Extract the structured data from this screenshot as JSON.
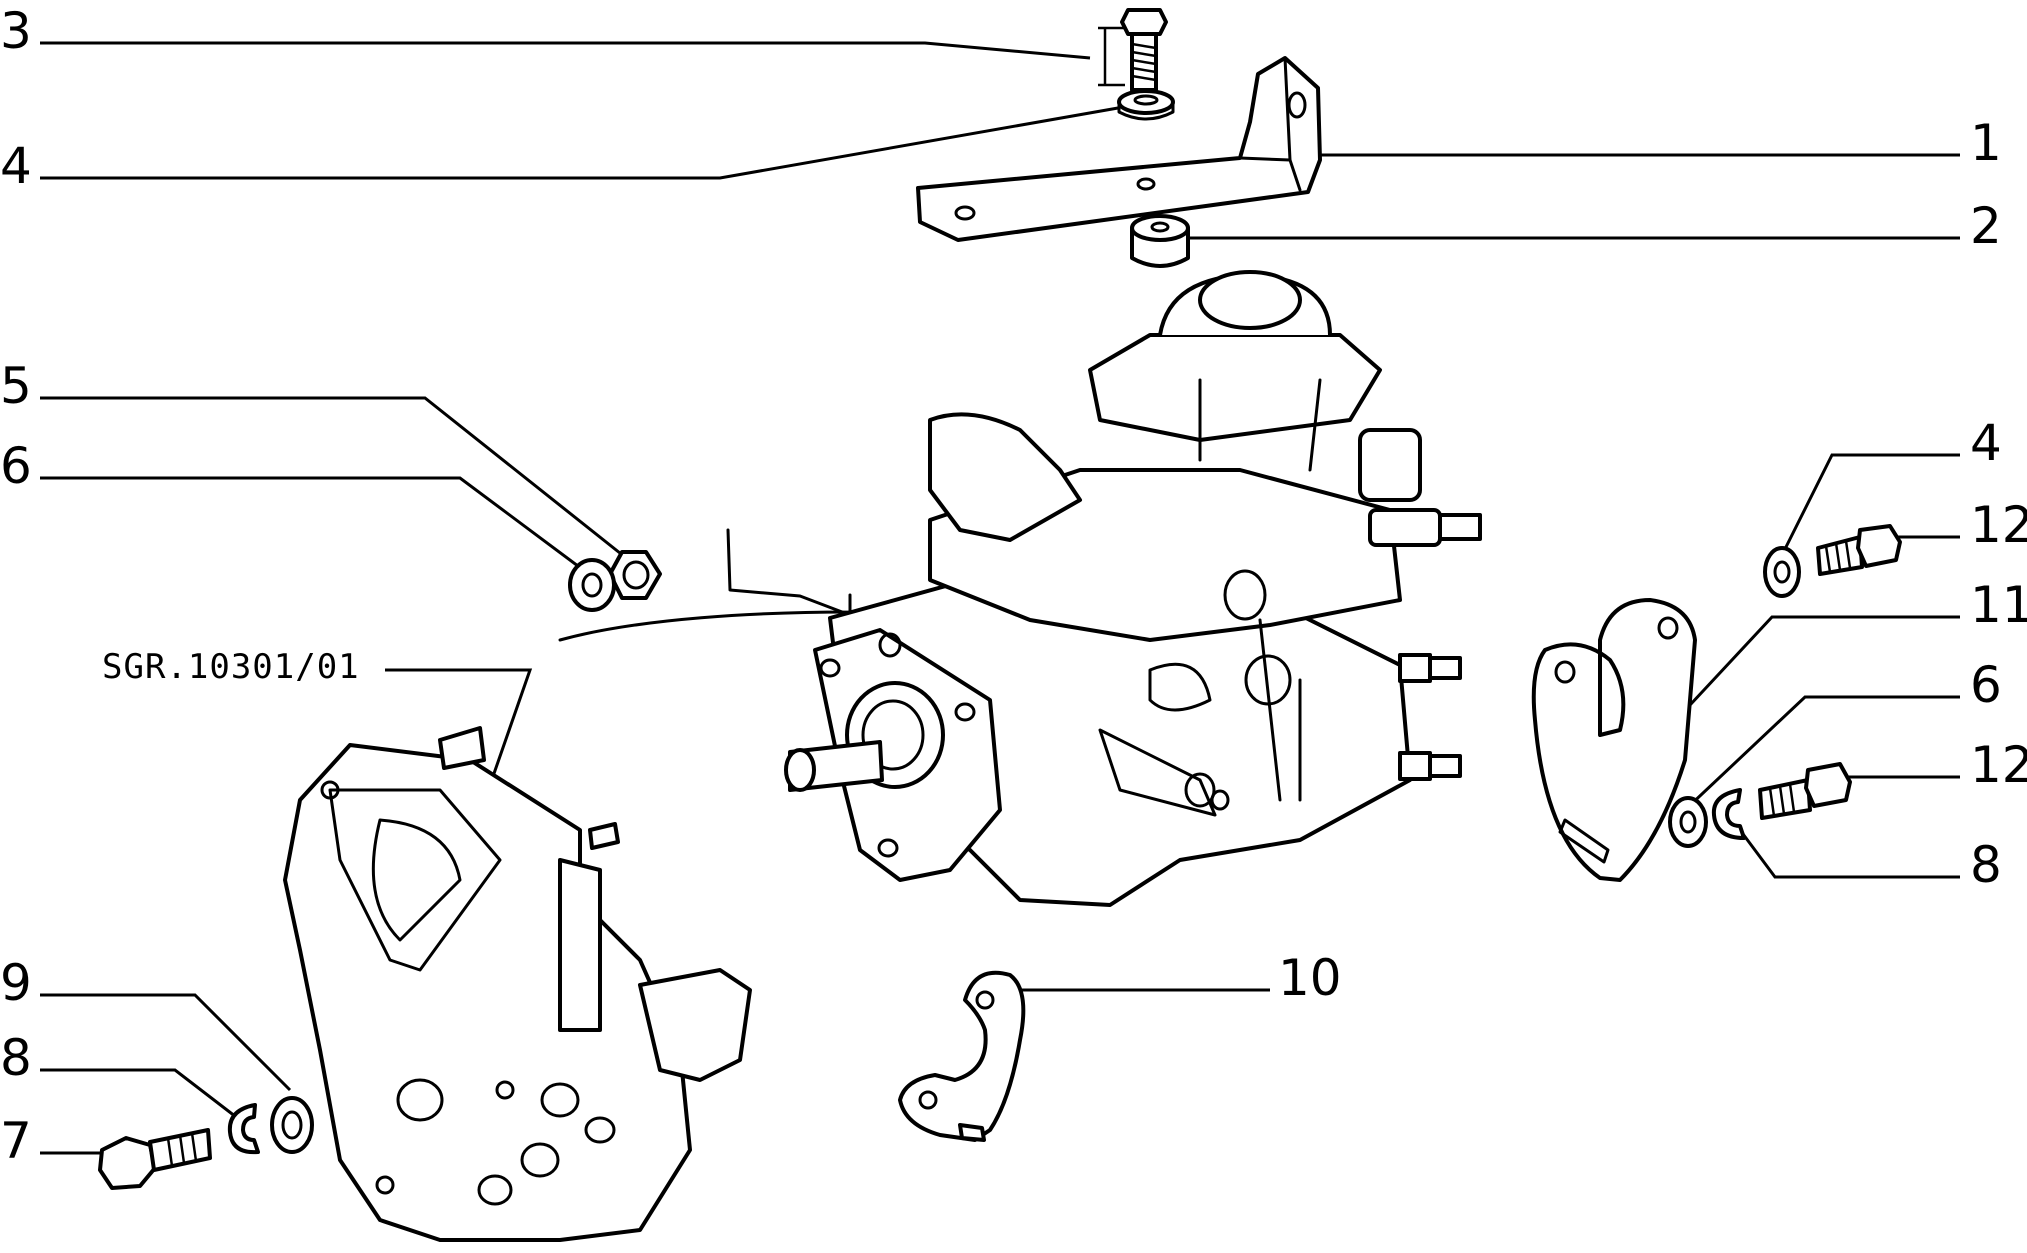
{
  "diagram": {
    "reference_code": "SGR.10301/01",
    "callouts": [
      {
        "id": "c-1",
        "label": "1"
      },
      {
        "id": "c-2",
        "label": "2"
      },
      {
        "id": "c-3",
        "label": "3"
      },
      {
        "id": "c-4-top",
        "label": "4"
      },
      {
        "id": "c-5",
        "label": "5"
      },
      {
        "id": "c-6-left",
        "label": "6"
      },
      {
        "id": "c-4-right",
        "label": "4"
      },
      {
        "id": "c-12-top",
        "label": "12"
      },
      {
        "id": "c-11",
        "label": "11"
      },
      {
        "id": "c-6-right",
        "label": "6"
      },
      {
        "id": "c-12-bottom",
        "label": "12"
      },
      {
        "id": "c-8-right",
        "label": "8"
      },
      {
        "id": "c-10",
        "label": "10"
      },
      {
        "id": "c-9",
        "label": "9"
      },
      {
        "id": "c-8-left",
        "label": "8"
      },
      {
        "id": "c-7",
        "label": "7"
      }
    ]
  }
}
